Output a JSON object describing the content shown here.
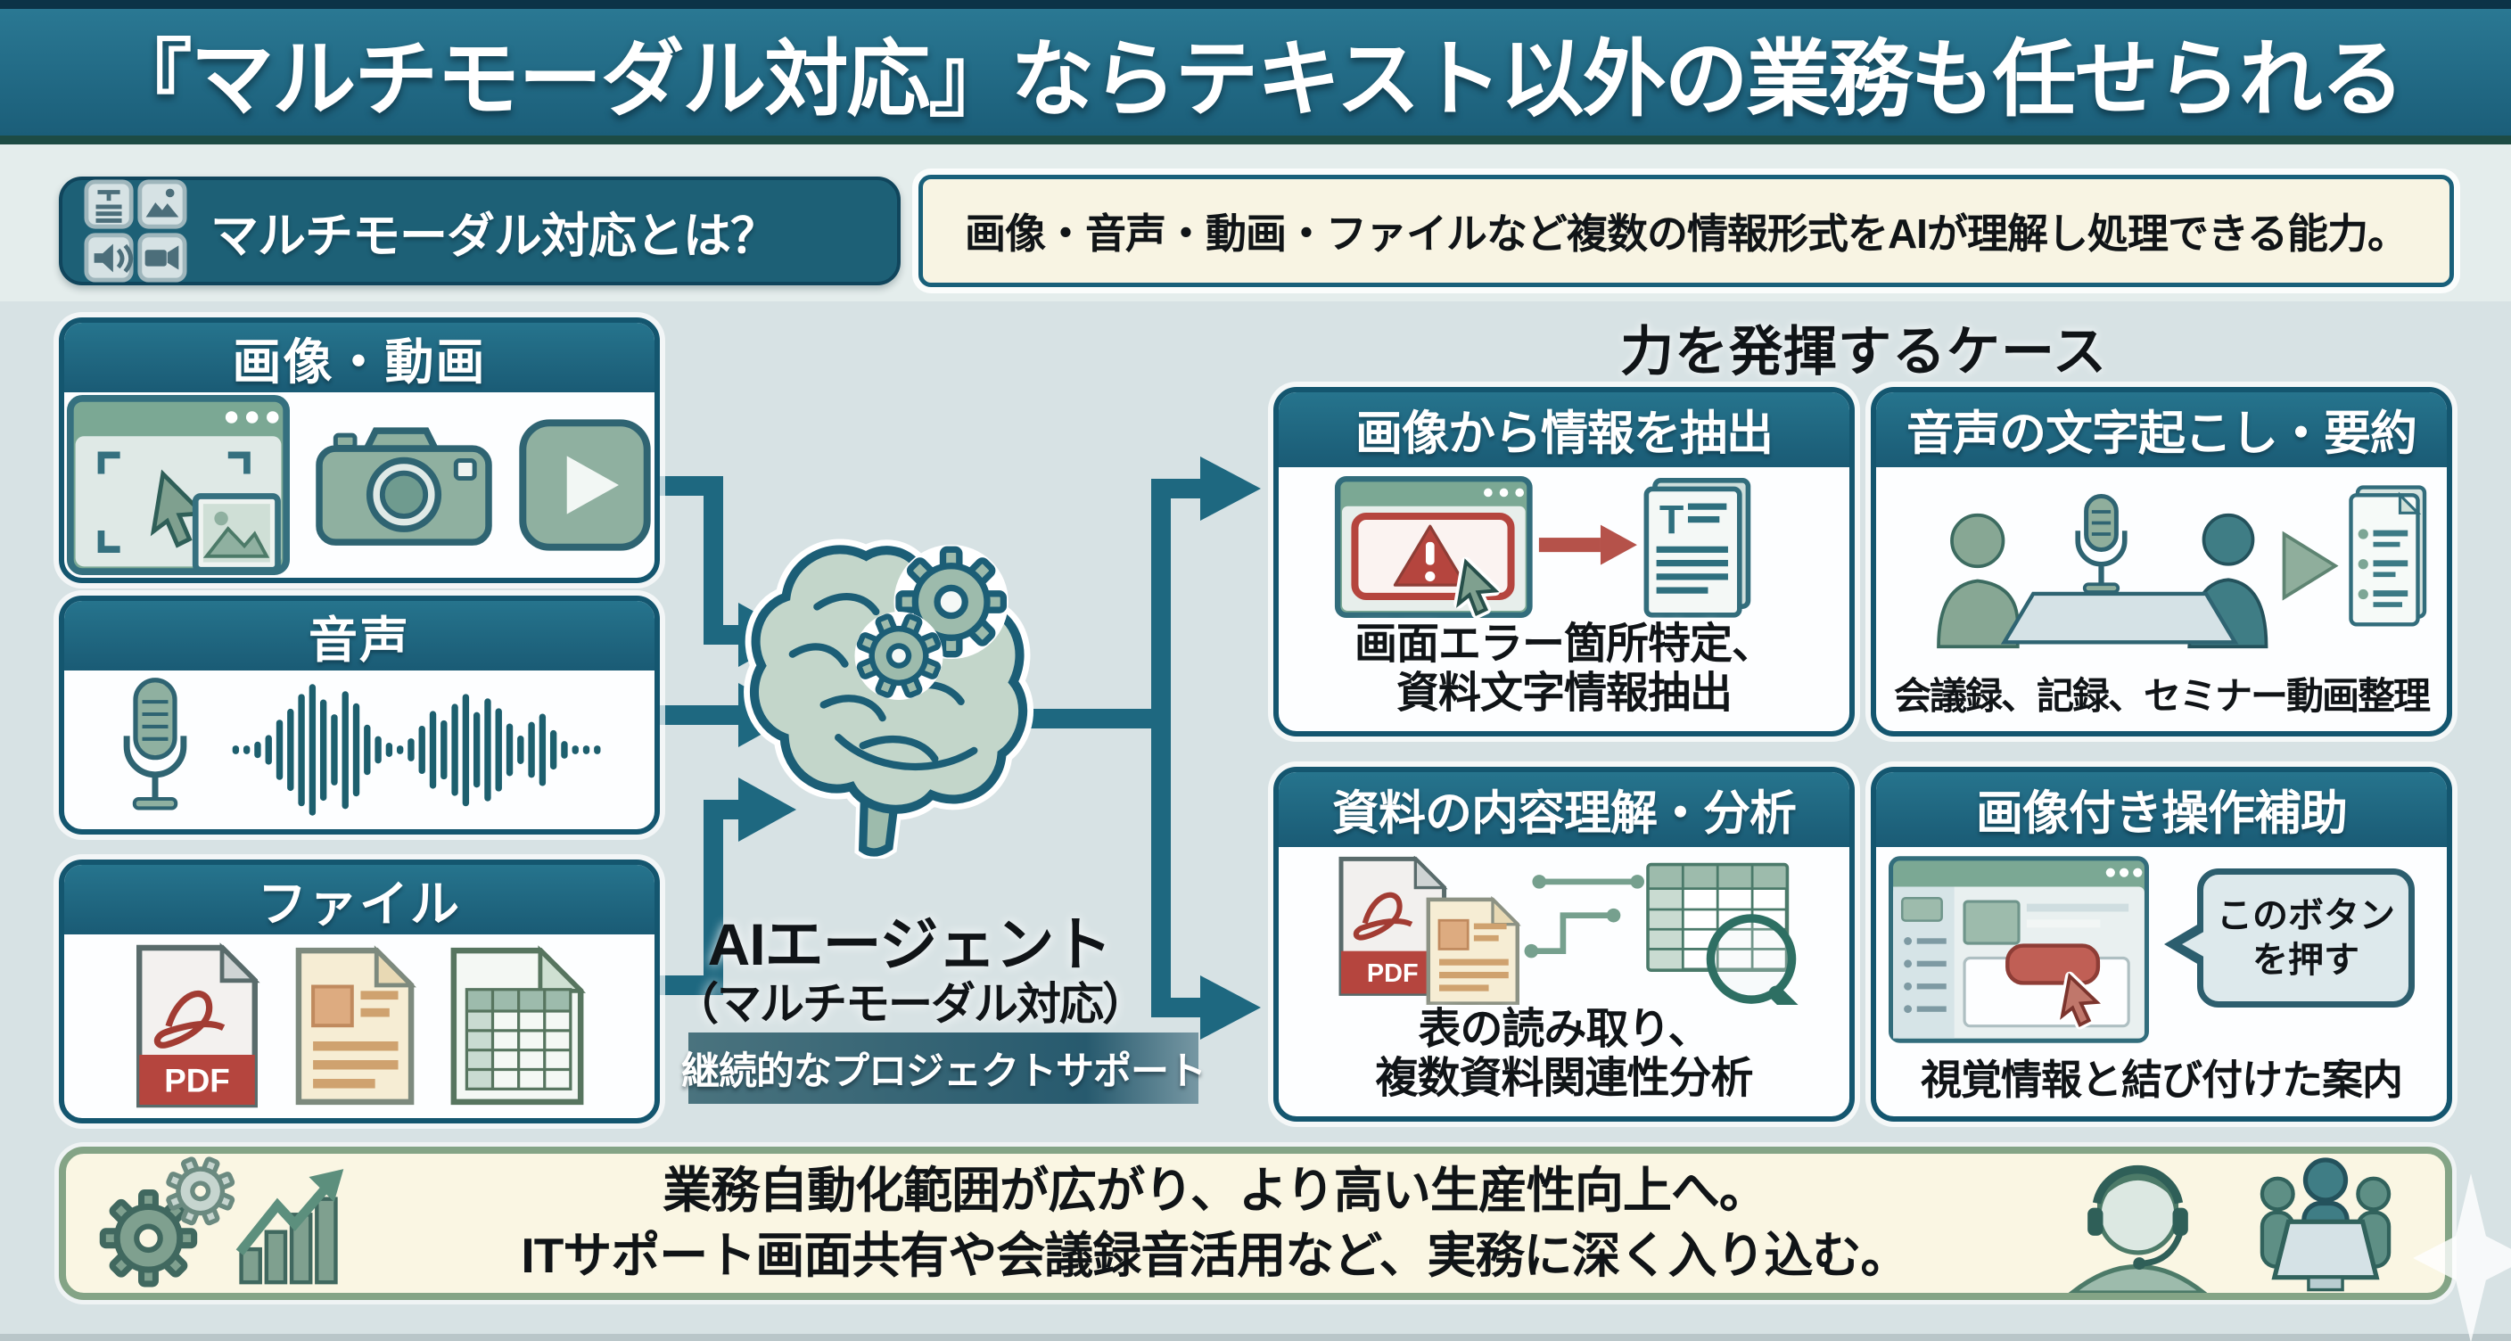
{
  "title": "『マルチモーダル対応』ならテキスト以外の業務も任せられる",
  "definition": {
    "label": "マルチモーダル対応とは？",
    "text": "画像・音声・動画・ファイルなど複数の情報形式をAIが理解し処理できる能力。"
  },
  "inputs": [
    {
      "title": "画像・動画"
    },
    {
      "title": "音声"
    },
    {
      "title": "ファイル",
      "pdf_badge": "PDF"
    }
  ],
  "agent": {
    "name": "AIエージェント",
    "sub": "（マルチモーダル対応）",
    "banner": "継続的なプロジェクトサポート"
  },
  "cases": {
    "heading": "力を発揮するケース",
    "items": [
      {
        "title": "画像から情報を抽出",
        "doc_glyph": "T",
        "captions": [
          "画面エラー箇所特定、",
          "資料文字情報抽出"
        ]
      },
      {
        "title": "音声の文字起こし・要約",
        "captions": [
          "会議録、記録、セミナー動画整理"
        ]
      },
      {
        "title": "資料の内容理解・分析",
        "pdf_badge": "PDF",
        "captions": [
          "表の読み取り、",
          "複数資料関連性分析"
        ]
      },
      {
        "title": "画像付き操作補助",
        "bubble": [
          "このボタン",
          "を押す"
        ],
        "captions": [
          "視覚情報と結び付けた案内"
        ]
      }
    ]
  },
  "footer": {
    "line1": "業務自動化範囲が広がり、より高い生産性向上へ。",
    "line2": "ITサポート画面共有や会議録音活用など、実務に深く入り込む。"
  },
  "colors": {
    "accent_teal": "#1c5e76",
    "header_teal": "#1e6880",
    "alert_red": "#b5453e",
    "sage_green": "#8fb0a0",
    "cream": "#f8f4e3",
    "footer_border": "#84a486"
  }
}
